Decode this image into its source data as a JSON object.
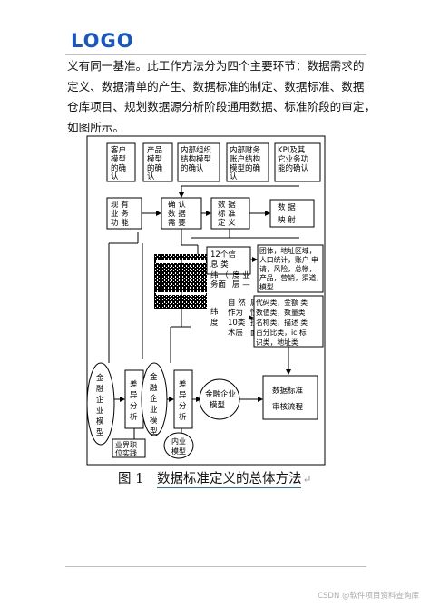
{
  "header": {
    "logo_text": "LOGO"
  },
  "paragraph": {
    "lines": [
      "义有同一基准。此工作方法分为四个主要环节：数据需求的",
      "定义、数据清单的产生、数据标准的制定、数据标准、数据",
      "仓库项目、规划数据源分析阶段通用数据、标准阶段的审定，",
      "如图所示。"
    ]
  },
  "diagram": {
    "top_boxes": [
      "客户模型的确认",
      "产品模型的确认",
      "内部组织结构模型的确认",
      "内部财务账户结构模型的确认",
      "KPI及其它业务功能的确认"
    ],
    "left_box": "现有业务功能",
    "confirm_box": "确认数据需要",
    "standard_box": "数据标准定义",
    "mapping_box": "数据映射",
    "mid_text_1": "12个信息类",
    "mid_text_2": "纬（务面",
    "mid_text_3": "度业层—",
    "mid_text_4": "纬度",
    "natural_box": "自然属性作为10类技术层面",
    "group_box": "团体，地址区域，人口统计，账户申请，风险，总帐，产品，营销，渠道，模型",
    "code_box": "代码类，金额类数值类，数量类名称类，描述类百分比类，ic标识类，地址类",
    "review_box": "数据标准审核流程",
    "ent_model_1": "金融企业模型",
    "diff_1": "差异分析",
    "ent_model_2": "金融企业模型",
    "diff_2": "差异分析",
    "ent_model_3": "金融企业模型",
    "practice_box": "业界职位实践",
    "internal_model": "内业模型"
  },
  "caption": {
    "label": "图  1",
    "text": "数据标准定义的总体方法",
    "mark": "↵"
  },
  "watermark": "CSDN @软件项目资料查询库"
}
